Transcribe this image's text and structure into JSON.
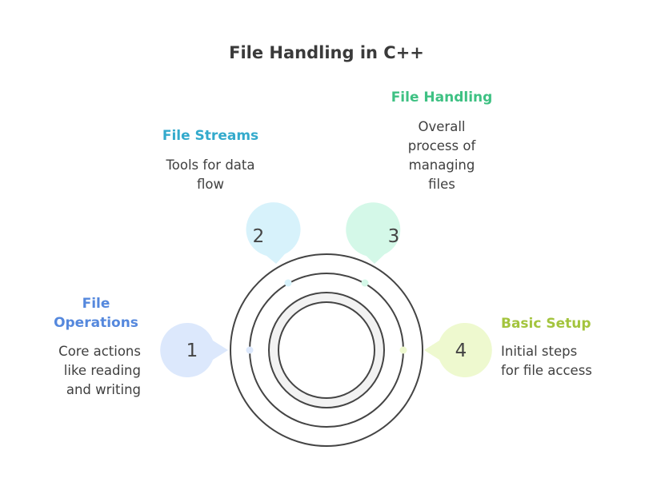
{
  "title": "File Handling in C++",
  "colors": {
    "ring": "#444444",
    "inner_fill": "#f2f2f2"
  },
  "steps": [
    {
      "number": "1",
      "heading": "File Operations",
      "heading_lines": [
        "File",
        "Operations"
      ],
      "description_lines": [
        "Core actions",
        "like reading",
        "and writing"
      ],
      "text_color": "#5588dd",
      "fill_color": "#dce8fc"
    },
    {
      "number": "2",
      "heading": "File Streams",
      "description_lines": [
        "Tools for data",
        "flow"
      ],
      "text_color": "#33aacc",
      "fill_color": "#d7f2fb"
    },
    {
      "number": "3",
      "heading": "File Handling",
      "description_lines": [
        "Overall",
        "process of",
        "managing",
        "files"
      ],
      "text_color": "#3ec183",
      "fill_color": "#d4f8e8"
    },
    {
      "number": "4",
      "heading": "Basic Setup",
      "description_lines": [
        "Initial steps",
        "for file access"
      ],
      "text_color": "#a3c43d",
      "fill_color": "#eef9cf"
    }
  ]
}
